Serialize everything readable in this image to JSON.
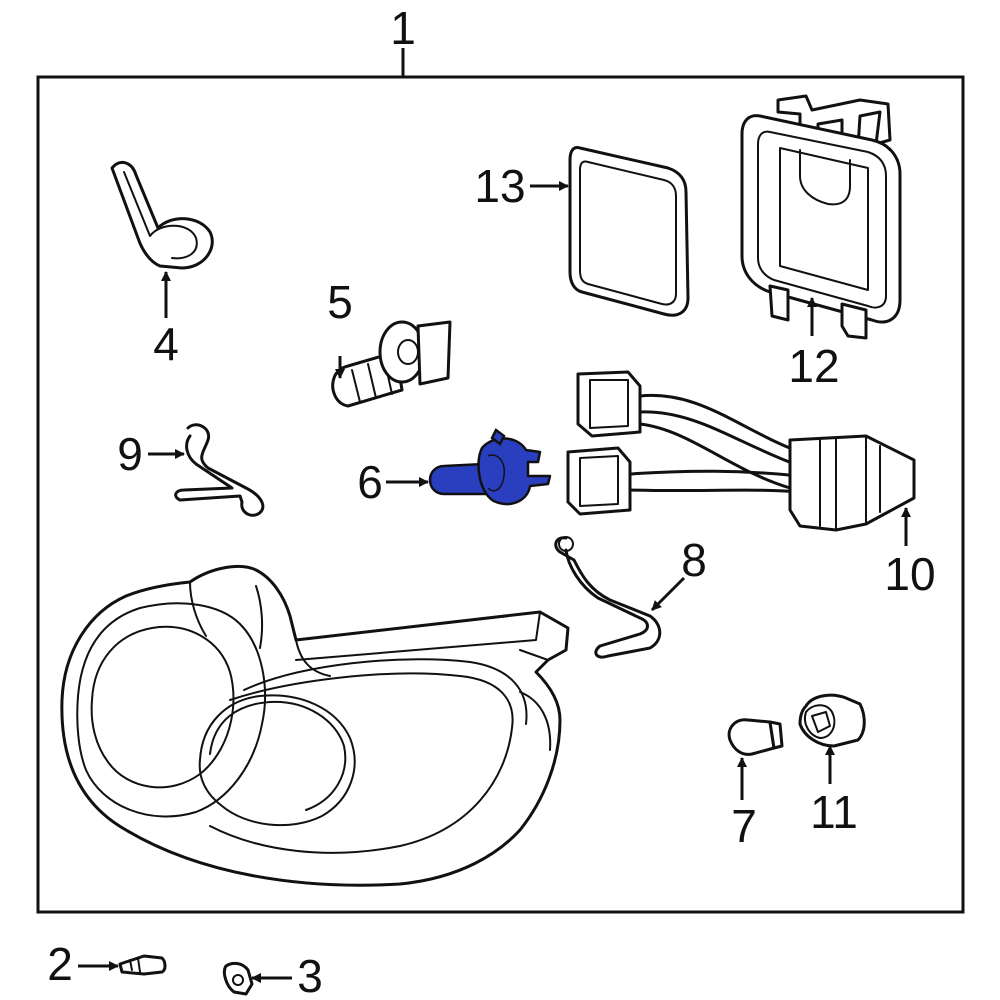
{
  "diagram": {
    "colors": {
      "line": "#111111",
      "highlight": "#2a3fbf",
      "background": "#ffffff"
    },
    "callouts": {
      "c1": "1",
      "c2": "2",
      "c3": "3",
      "c4": "4",
      "c5": "5",
      "c6": "6",
      "c7": "7",
      "c8": "8",
      "c9": "9",
      "c10": "10",
      "c11": "11",
      "c12": "12",
      "c13": "13"
    },
    "highlighted_part": "6"
  }
}
